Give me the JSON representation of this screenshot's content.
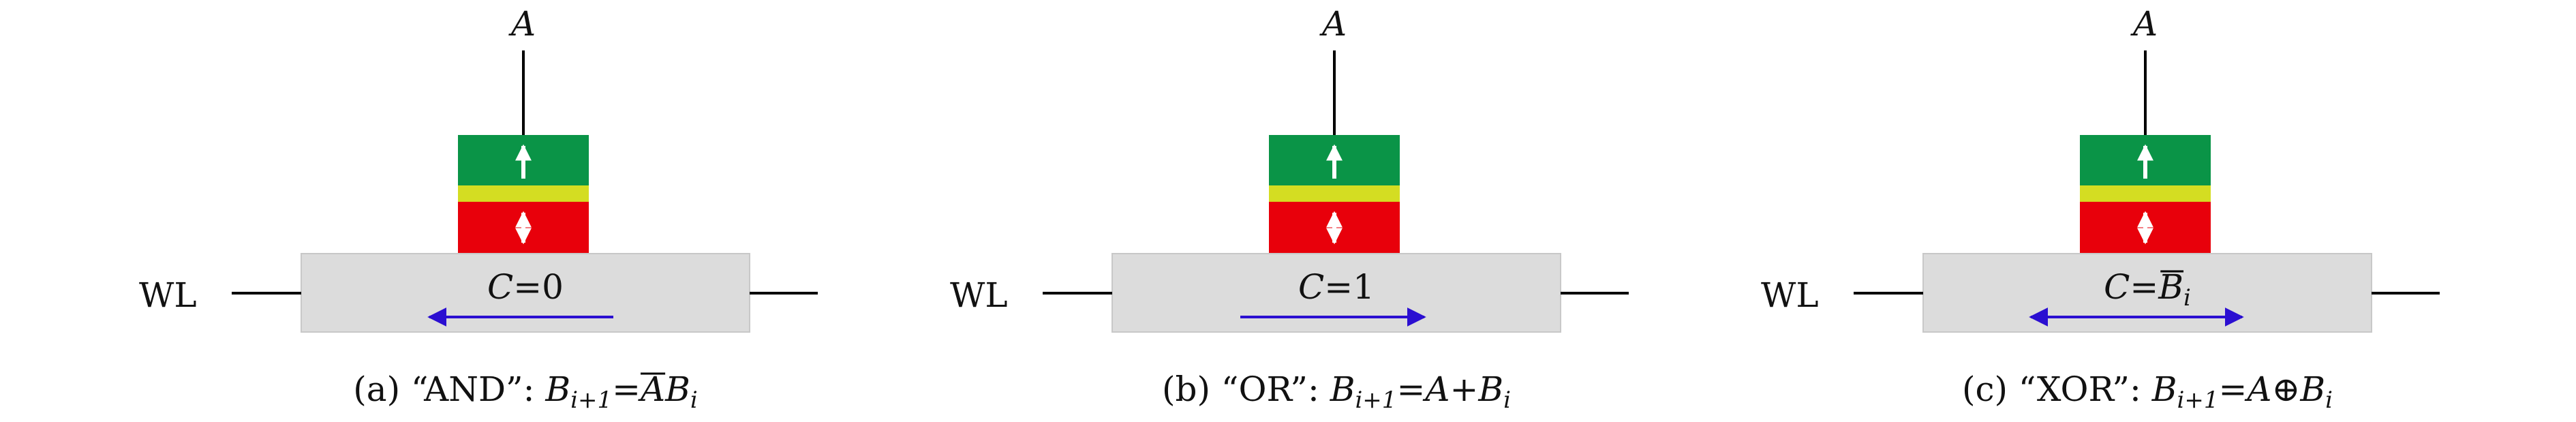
{
  "colors": {
    "top_layer": "#0a9447",
    "spacer_layer": "#d4dd22",
    "bottom_layer": "#e8000b",
    "track": "#dcdcdc",
    "arrow": "#2b0fd1",
    "line": "#000000"
  },
  "panels": [
    {
      "top_label": "A",
      "word_line": "WL",
      "arrow_dir": "left",
      "condition_var": "C",
      "condition_eq": "=",
      "condition_val": "0",
      "caption_prefix": "(a) “AND”: ",
      "caption_lhs": "B",
      "caption_lhs_sub": "i+1",
      "caption_eq": "=",
      "caption_rhs": [
        {
          "text": "A",
          "italic": true,
          "overline": true
        },
        {
          "text": "B",
          "italic": true
        },
        {
          "text": "i",
          "italic": true,
          "sub": true
        }
      ]
    },
    {
      "top_label": "A",
      "word_line": "WL",
      "arrow_dir": "right",
      "condition_var": "C",
      "condition_eq": "=",
      "condition_val": "1",
      "caption_prefix": "(b) “OR”: ",
      "caption_lhs": "B",
      "caption_lhs_sub": "i+1",
      "caption_eq": "=",
      "caption_rhs": [
        {
          "text": "A",
          "italic": true
        },
        {
          "text": "+",
          "italic": false
        },
        {
          "text": "B",
          "italic": true
        },
        {
          "text": "i",
          "italic": true,
          "sub": true
        }
      ]
    },
    {
      "top_label": "A",
      "word_line": "WL",
      "arrow_dir": "both",
      "condition_var": "C",
      "condition_eq": "=",
      "condition_val": "B",
      "condition_val_overline": true,
      "condition_val_sub": "i",
      "caption_prefix": "(c) “XOR”: ",
      "caption_lhs": "B",
      "caption_lhs_sub": "i+1",
      "caption_eq": "=",
      "caption_rhs": [
        {
          "text": "A",
          "italic": true
        },
        {
          "text": "⊕",
          "italic": false
        },
        {
          "text": "B",
          "italic": true
        },
        {
          "text": "i",
          "italic": true,
          "sub": true
        }
      ]
    }
  ]
}
